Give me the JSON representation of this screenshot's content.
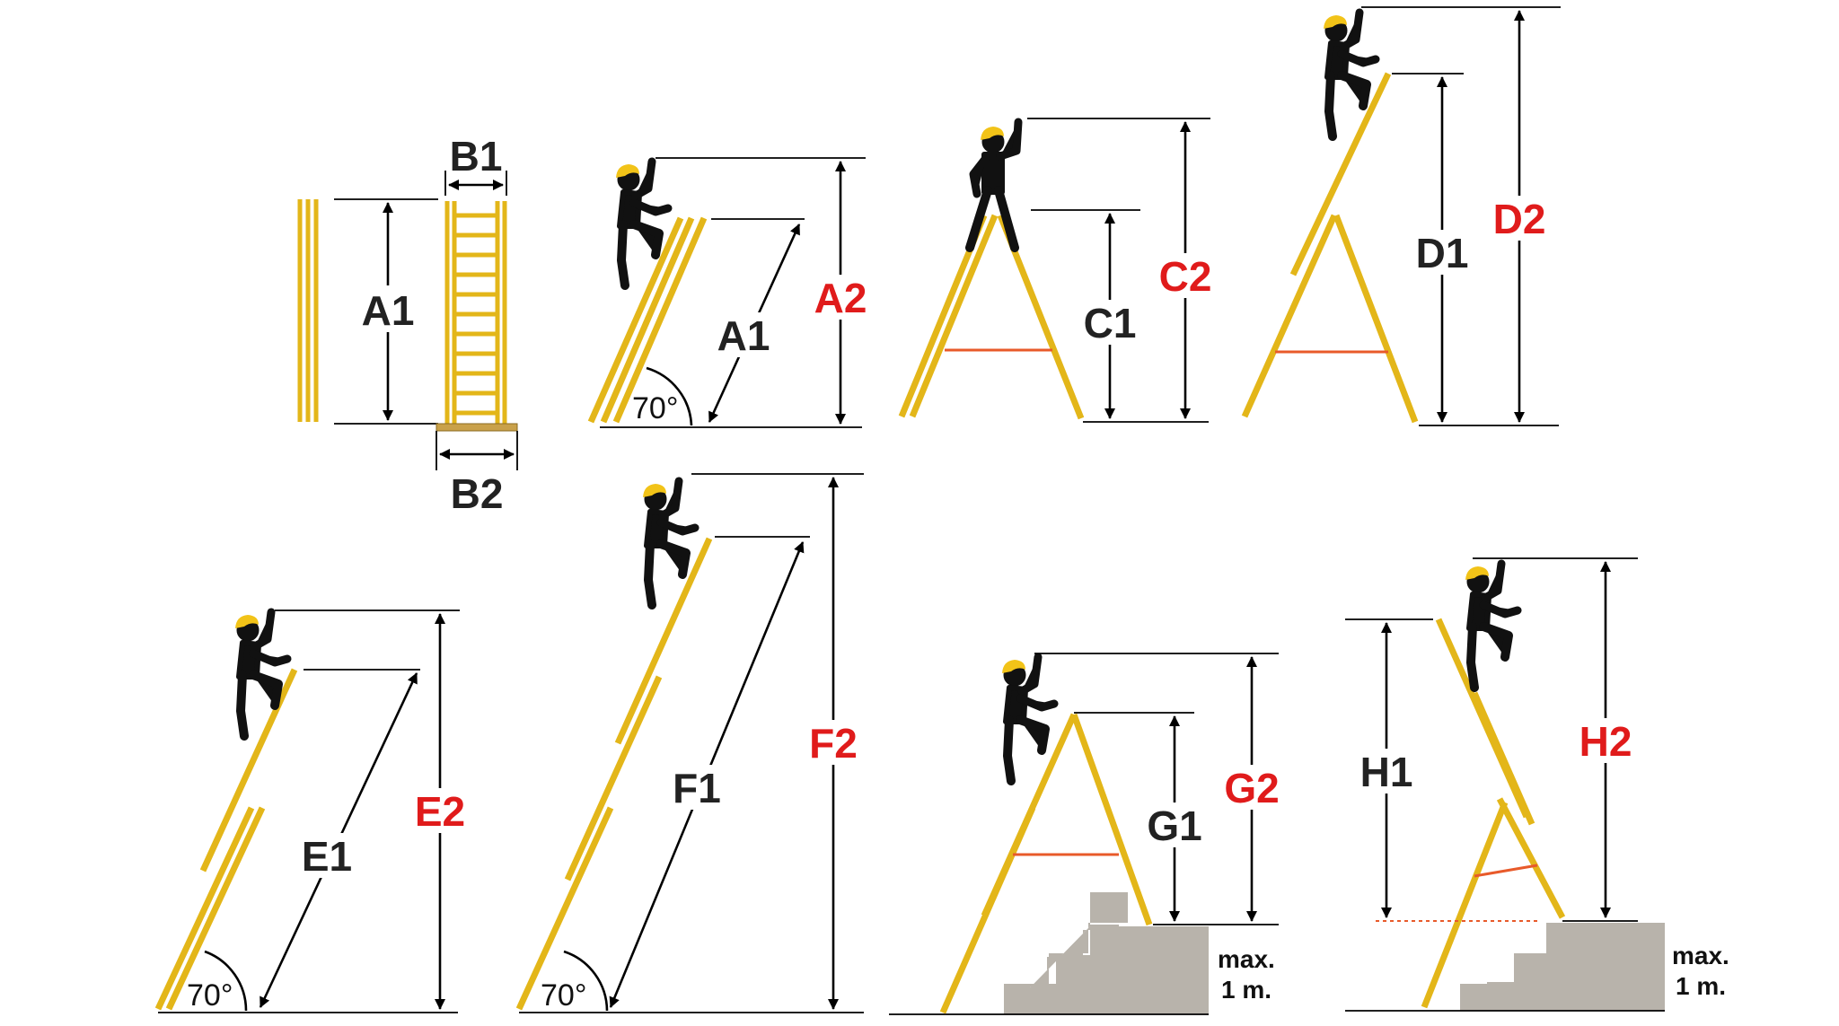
{
  "labels": {
    "a1_side": "A1",
    "b1": "B1",
    "b2": "B2",
    "a1_lean": "A1",
    "a2": "A2",
    "c1": "C1",
    "c2": "C2",
    "d1": "D1",
    "d2": "D2",
    "e1": "E1",
    "e2": "E2",
    "f1": "F1",
    "f2": "F2",
    "g1": "G1",
    "g2": "G2",
    "h1": "H1",
    "h2": "H2"
  },
  "angle_label": "70°",
  "stairs_note": {
    "line1": "max.",
    "line2": "1 m."
  },
  "colors": {
    "ladder": "#e3b619",
    "helmet": "#f2c318",
    "strap": "#e85a2a",
    "label_dark": "#222222",
    "label_red": "#e01b1b",
    "stairs": "#b8b3ab"
  }
}
